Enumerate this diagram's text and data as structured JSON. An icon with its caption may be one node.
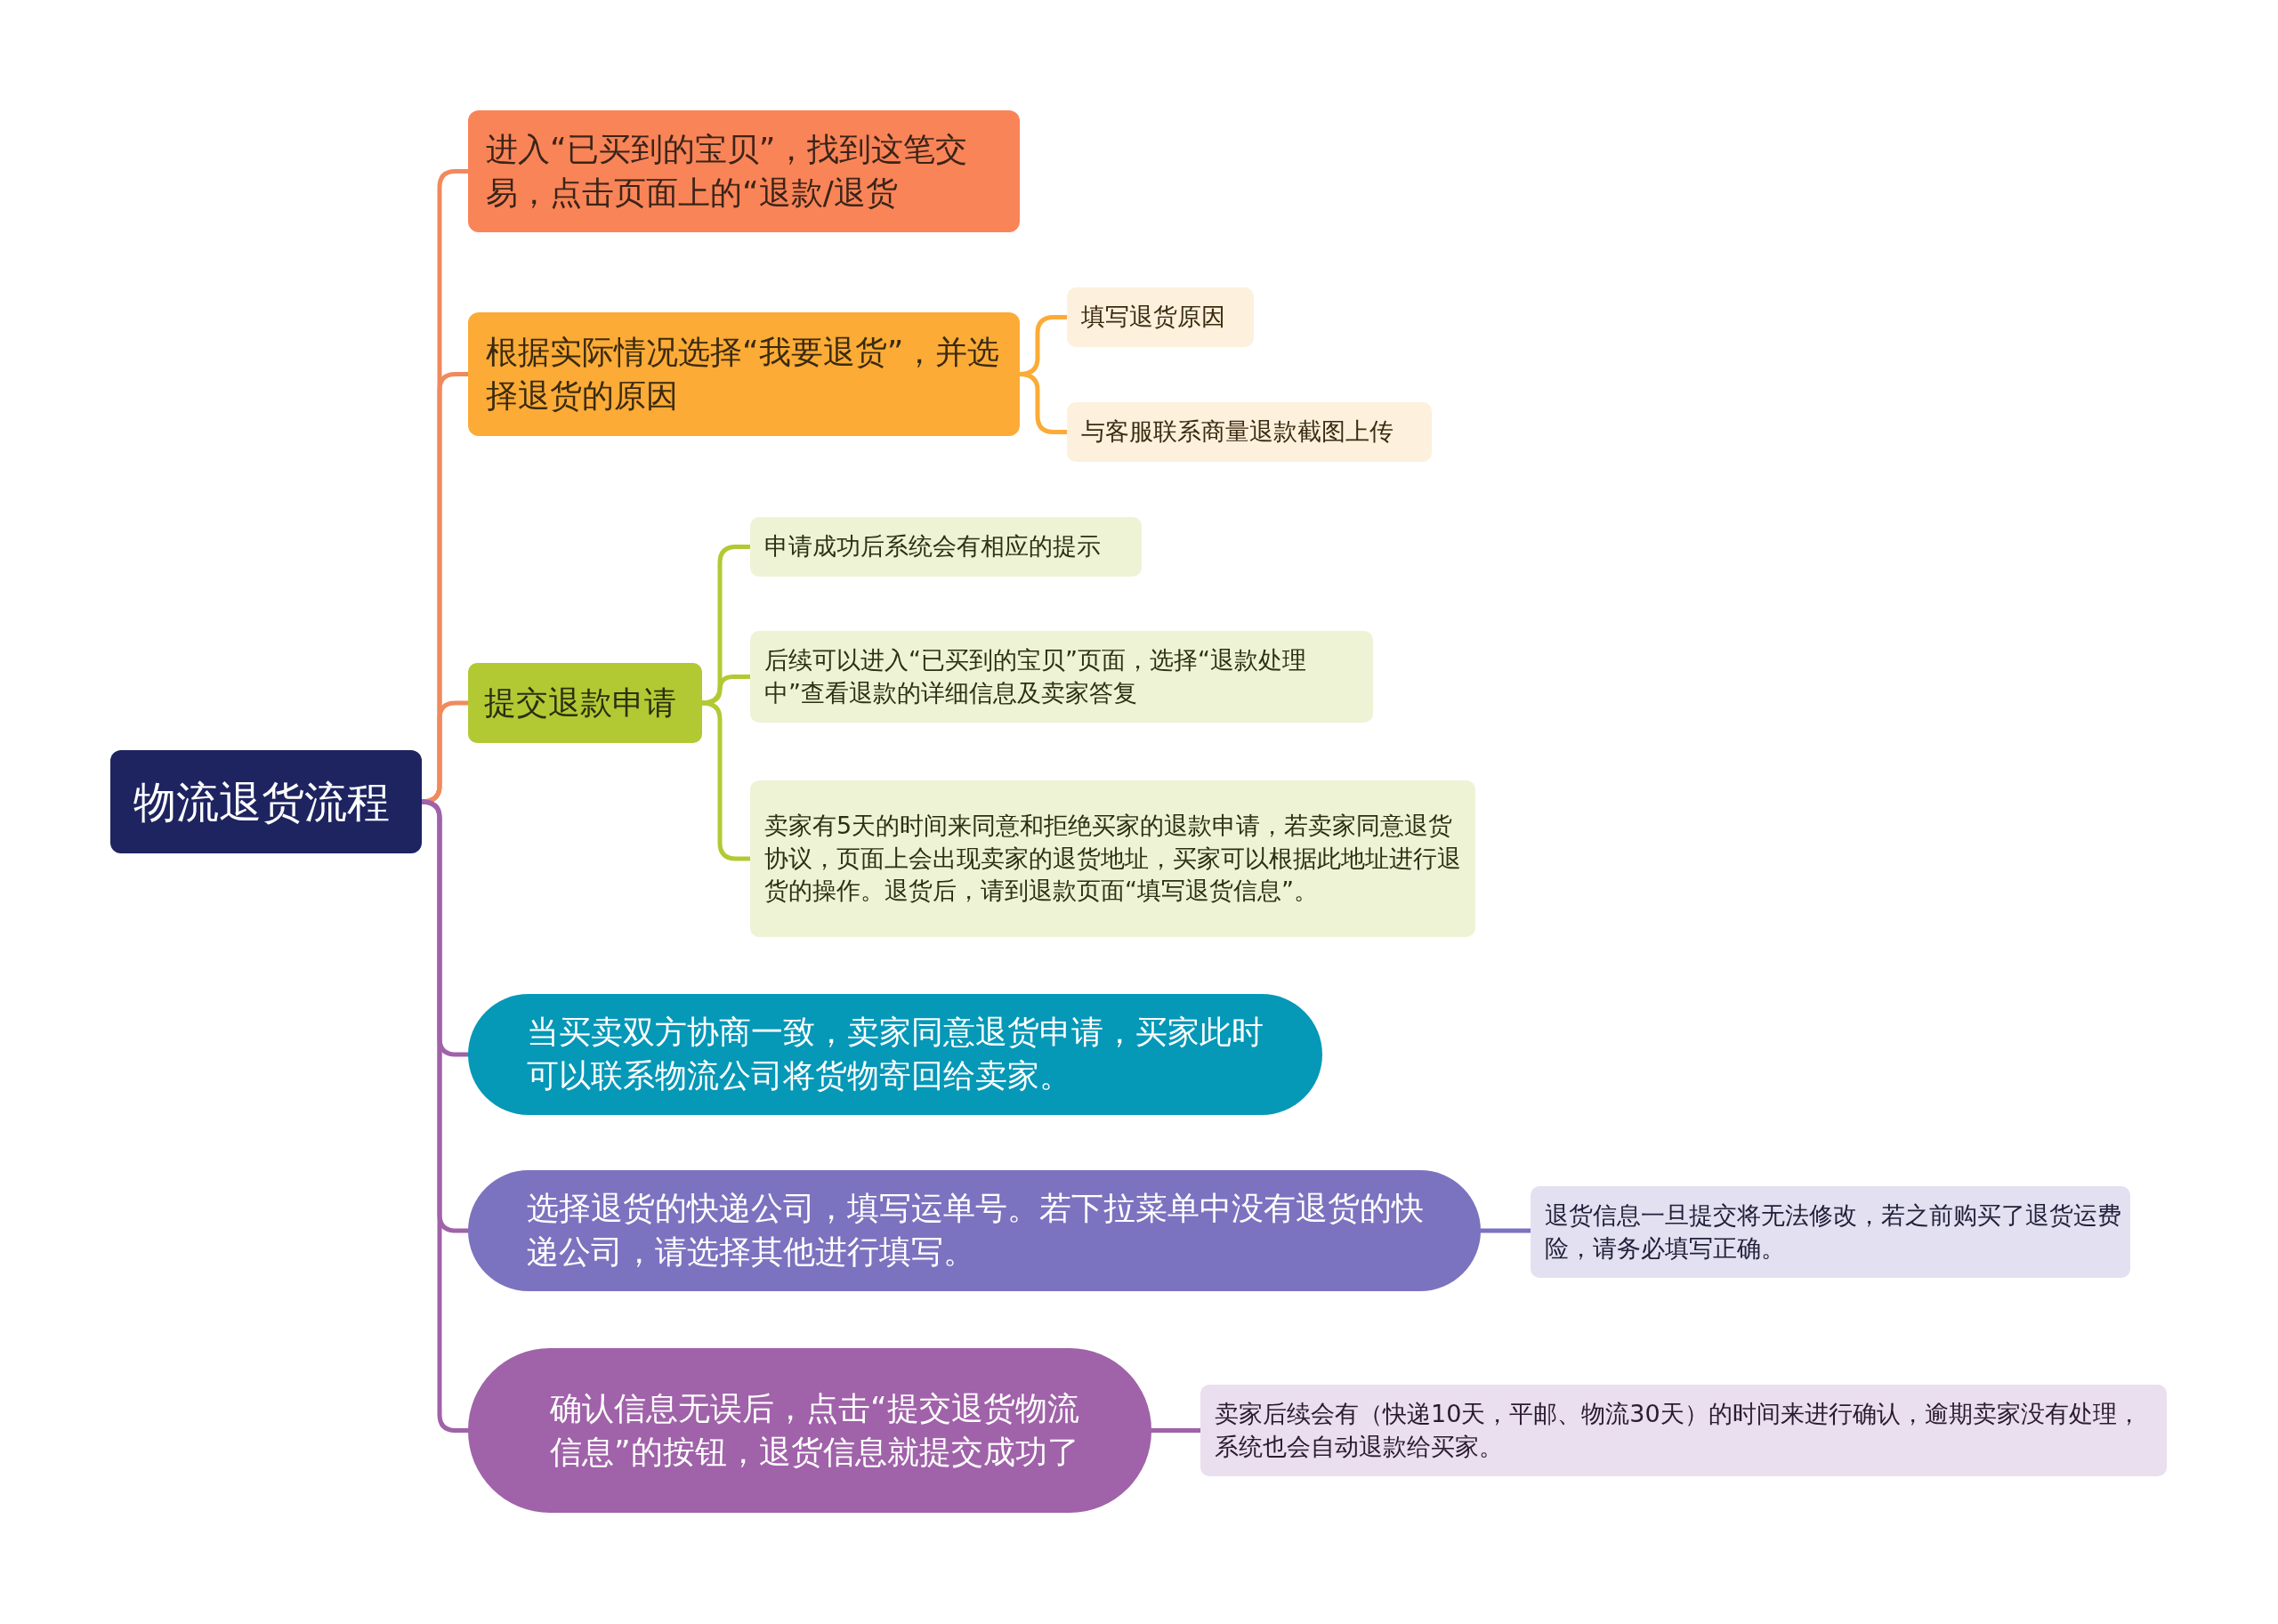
{
  "diagram": {
    "nodes": [
      {
        "text": [
          "物流退货流程"
        ]
      },
      {
        "text": [
          "进入“已买到的宝贝”，找到这笔交易，点击页面上的“退款/退货"
        ]
      },
      {
        "text": [
          "根据实际情况选择“我要退货”，并选择退货的原因"
        ]
      },
      {
        "text": [
          "填写退货原因"
        ]
      },
      {
        "text": [
          "与客服联系商量退款截图上传"
        ]
      },
      {
        "text": [
          "提交退款申请"
        ]
      },
      {
        "text": [
          "申请成功后系统会有相应的提示"
        ]
      },
      {
        "text": [
          "后续可以进入“已买到的宝贝”页面，选择“退款处理中”查看退款的详细信息及卖家答复"
        ]
      },
      {
        "text": [
          "卖家有5天的时间来同意和拒绝买家的退款申请，若卖家同意退货协议，页面上会出现卖家的退货地址，买家可以根据此地址进行退货的操作。退货后，请到退款页面“填写退货信息”。"
        ]
      },
      {
        "text": [
          "当买卖双方协商一致，卖家同意退货申请，买家此时可以联系物流公司将货物寄回给卖家。"
        ]
      },
      {
        "text": [
          "选择退货的快递公司，填写运单号。若下拉菜单中没有退货的快递公司，请选择其他进行填写。"
        ]
      },
      {
        "text": [
          "退货信息一旦提交将无法修改，若之前购买了退货运费险，请务必填写正确。"
        ]
      },
      {
        "text": [
          "确认信息无误后，点击“提交退货物流信息”的按钮，退货信息就提交成功了"
        ]
      },
      {
        "text": [
          "卖家后续会有（快递10天，平邮、物流30天）的时间来进行确认，逾期卖家没有处理，系统也会自动退款给买家。"
        ]
      }
    ],
    "edges": [
      {
        "from": 0,
        "to": 1,
        "arrow": "none",
        "color": "#f08a5d"
      },
      {
        "from": 0,
        "to": 2,
        "arrow": "none",
        "color": "#f08a5d"
      },
      {
        "from": 0,
        "to": 5,
        "arrow": "none",
        "color": "#f08a5d"
      },
      {
        "from": 0,
        "to": 9,
        "arrow": "none",
        "color": "#a062a9"
      },
      {
        "from": 0,
        "to": 10,
        "arrow": "none",
        "color": "#a062a9"
      },
      {
        "from": 0,
        "to": 12,
        "arrow": "none",
        "color": "#a062a9"
      },
      {
        "from": 2,
        "to": 3,
        "arrow": "none",
        "color": "#fbab36"
      },
      {
        "from": 2,
        "to": 4,
        "arrow": "none",
        "color": "#fbab36"
      },
      {
        "from": 5,
        "to": 6,
        "arrow": "none",
        "color": "#b3c934"
      },
      {
        "from": 5,
        "to": 7,
        "arrow": "none",
        "color": "#b3c934"
      },
      {
        "from": 5,
        "to": 8,
        "arrow": "none",
        "color": "#b3c934"
      },
      {
        "from": 10,
        "to": 11,
        "arrow": "none",
        "color": "#7b73bf"
      },
      {
        "from": 12,
        "to": 13,
        "arrow": "none",
        "color": "#a062a9"
      }
    ]
  }
}
